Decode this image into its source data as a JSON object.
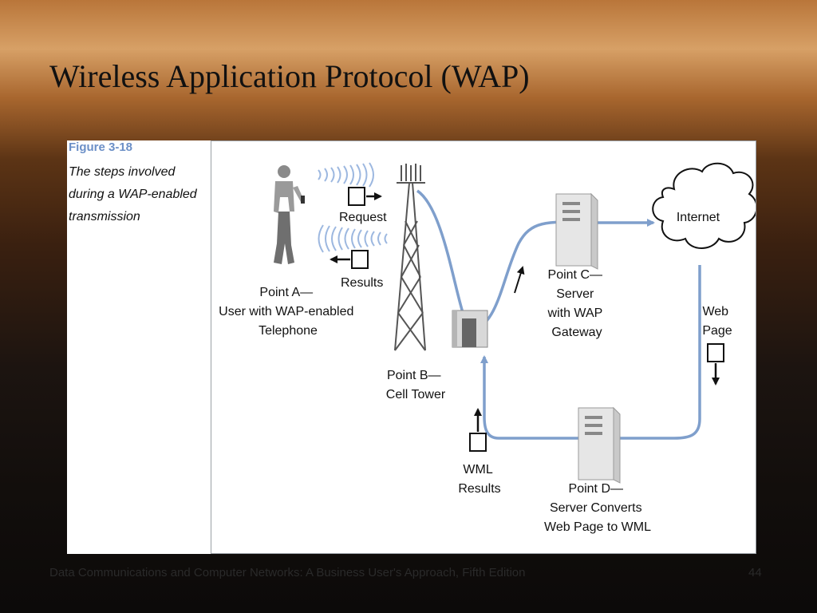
{
  "slide": {
    "title": "Wireless Application Protocol (WAP)",
    "footer": "Data Communications and Computer Networks: A Business User's Approach, Fifth Edition",
    "page_number": "44"
  },
  "figure": {
    "number": "Figure 3-18",
    "caption": "The steps involved during a WAP-enabled transmission",
    "labels": {
      "request": "Request",
      "results": "Results",
      "point_a": [
        "Point A—",
        "User with WAP-enabled",
        "Telephone"
      ],
      "point_b": [
        "Point B—",
        "Cell Tower"
      ],
      "point_c": [
        "Point C—",
        "Server",
        "with WAP",
        "Gateway"
      ],
      "internet": "Internet",
      "web_page": [
        "Web",
        "Page"
      ],
      "wml_results": [
        "WML",
        "Results"
      ],
      "point_d": [
        "Point D—",
        "Server Converts",
        "Web Page to WML"
      ]
    }
  },
  "colors": {
    "link_line": "#7f9fcc",
    "figure_number": "#6b8fc7"
  }
}
